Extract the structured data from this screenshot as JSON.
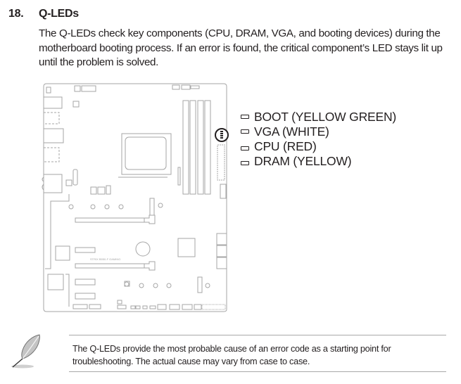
{
  "section": {
    "number": "18.",
    "title": "Q-LEDs",
    "intro": "The Q-LEDs check key components (CPU, DRAM, VGA, and booting devices) during the motherboard booting process. If an error is found, the critical component’s LED stays lit up until the problem is solved."
  },
  "diagram": {
    "board_label": "STRIX B550-F GAMING",
    "legend": [
      {
        "label": "BOOT (YELLOW GREEN)"
      },
      {
        "label": "VGA (WHITE)"
      },
      {
        "label": "CPU (RED)"
      },
      {
        "label": "DRAM (YELLOW)"
      }
    ],
    "line_color": "#a0a0a0",
    "highlight_color": "#231f20"
  },
  "note": {
    "icon": "pen-icon",
    "text": "The Q-LEDs provide the most probable cause of an error code as a starting point for troubleshooting. The actual cause may vary from case to case."
  }
}
